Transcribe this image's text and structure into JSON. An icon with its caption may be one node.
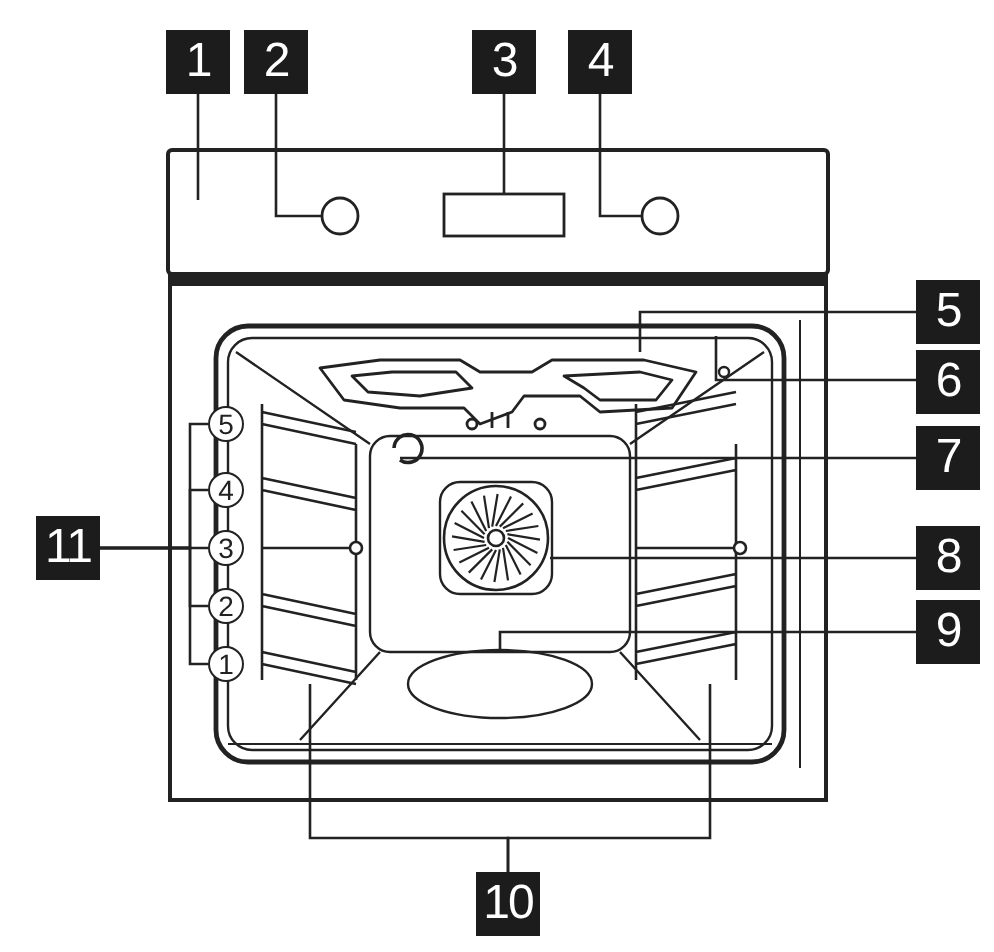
{
  "diagram": {
    "nodes": [
      {
        "text": [
          "1"
        ]
      },
      {
        "text": [
          "2"
        ]
      },
      {
        "text": [
          "3"
        ]
      },
      {
        "text": [
          "4"
        ]
      },
      {
        "text": [
          "5"
        ]
      },
      {
        "text": [
          "6"
        ]
      },
      {
        "text": [
          "7"
        ]
      },
      {
        "text": [
          "8"
        ]
      },
      {
        "text": [
          "9"
        ]
      },
      {
        "text": [
          "10"
        ]
      },
      {
        "text": [
          "11"
        ]
      },
      {
        "text": [],
        "shape": "circle"
      },
      {
        "text": [],
        "shape": "box"
      },
      {
        "text": [],
        "shape": "circle"
      },
      {
        "text": [],
        "shape": "picture"
      },
      {
        "text": [],
        "shape": "picture"
      },
      {
        "text": [],
        "shape": "ellipse"
      },
      {
        "text": [],
        "shape": "rack"
      },
      {
        "text": [],
        "shape": "rack"
      },
      {
        "text": [
          "5"
        ]
      },
      {
        "text": [
          "4"
        ]
      },
      {
        "text": [
          "3"
        ]
      },
      {
        "text": [
          "2"
        ]
      },
      {
        "text": [
          "1"
        ]
      }
    ],
    "edges": [
      {
        "from": 0,
        "to": null,
        "arrow": "none"
      },
      {
        "from": 1,
        "to": 11,
        "arrow": "none"
      },
      {
        "from": 2,
        "to": 12,
        "arrow": "none"
      },
      {
        "from": 3,
        "to": 13,
        "arrow": "none"
      },
      {
        "from": 4,
        "to": 14,
        "arrow": "none"
      },
      {
        "from": 5,
        "to": null,
        "arrow": "none"
      },
      {
        "from": 6,
        "to": null,
        "arrow": "none"
      },
      {
        "from": 7,
        "to": 15,
        "arrow": "none"
      },
      {
        "from": 8,
        "to": 16,
        "arrow": "none"
      },
      {
        "from": 9,
        "to": 17,
        "arrow": "none"
      },
      {
        "from": 9,
        "to": 18,
        "arrow": "none"
      },
      {
        "from": 10,
        "to": 19,
        "arrow": "none"
      },
      {
        "from": 10,
        "to": 20,
        "arrow": "none"
      },
      {
        "from": 10,
        "to": 21,
        "arrow": "none"
      },
      {
        "from": 10,
        "to": 22,
        "arrow": "none"
      },
      {
        "from": 10,
        "to": 23,
        "arrow": "none"
      }
    ]
  }
}
